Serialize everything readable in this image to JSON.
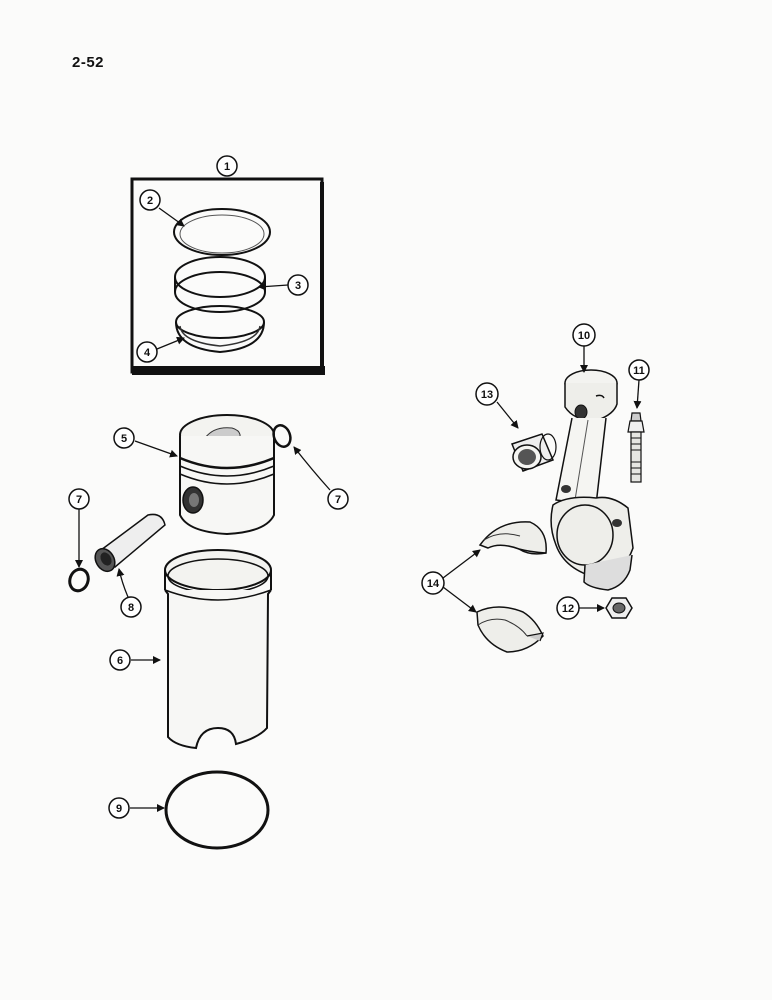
{
  "page": {
    "number": "2-52"
  },
  "callouts": {
    "c1": "1",
    "c2": "2",
    "c3": "3",
    "c4": "4",
    "c5": "5",
    "c6": "6",
    "c7a": "7",
    "c7b": "7",
    "c8": "8",
    "c9": "9",
    "c10": "10",
    "c11": "11",
    "c12": "12",
    "c13": "13",
    "c14": "14"
  }
}
